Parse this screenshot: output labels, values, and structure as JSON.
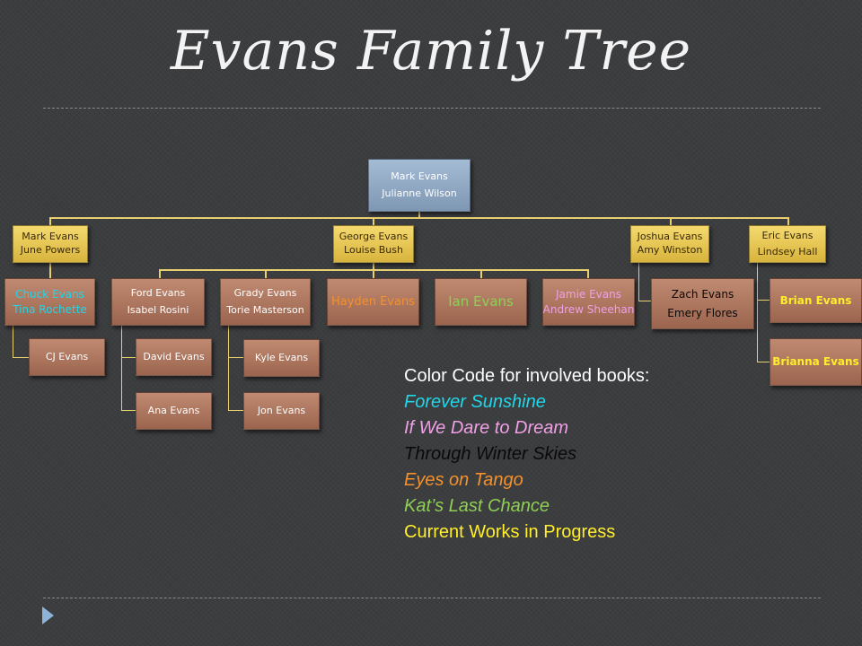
{
  "title": "Evans Family Tree",
  "colors": {
    "forever_sunshine": "#21d6e8",
    "if_we_dare": "#f0a0e6",
    "through_winter": "#0a0a0a",
    "eyes_on_tango": "#f3912e",
    "kats_last_chance": "#8fcf55",
    "current_works": "#ffee2a",
    "default_text": "#ffffff"
  },
  "tree": {
    "root": {
      "line1": "Mark Evans",
      "line2": "Julianne Wilson"
    },
    "mark_june": {
      "line1": "Mark Evans",
      "line2": "June Powers"
    },
    "george_louise": {
      "line1": "George Evans",
      "line2": "Louise Bush"
    },
    "joshua_amy": {
      "line1": "Joshua Evans",
      "line2": "Amy Winston"
    },
    "eric_lindsey": {
      "line1": "Eric Evans",
      "line2": "Lindsey Hall"
    },
    "chuck_tina": {
      "line1": "Chuck Evans",
      "line2": "Tina Rochette"
    },
    "cj": {
      "line1": "CJ Evans"
    },
    "ford_isabel": {
      "line1": "Ford Evans",
      "line2": "Isabel Rosini"
    },
    "david": {
      "line1": "David Evans"
    },
    "ana": {
      "line1": "Ana Evans"
    },
    "grady_torie": {
      "line1": "Grady Evans",
      "line2": "Torie Masterson"
    },
    "kyle": {
      "line1": "Kyle Evans"
    },
    "jon": {
      "line1": "Jon Evans"
    },
    "hayden": {
      "line1": "Hayden Evans"
    },
    "ian": {
      "line1": "Ian Evans"
    },
    "jamie_andrew": {
      "line1": "Jamie Evans",
      "line2": "Andrew Sheehan"
    },
    "zach_emery": {
      "line1": "Zach Evans",
      "line2": "Emery Flores"
    },
    "brian": {
      "line1": "Brian Evans"
    },
    "brianna": {
      "line1": "Brianna Evans"
    }
  },
  "legend": {
    "heading": "Color Code for involved books:",
    "items": [
      "Forever Sunshine",
      "If We Dare to Dream",
      "Through Winter Skies",
      "Eyes on Tango",
      "Kat’s Last Chance",
      "Current Works in Progress"
    ]
  }
}
